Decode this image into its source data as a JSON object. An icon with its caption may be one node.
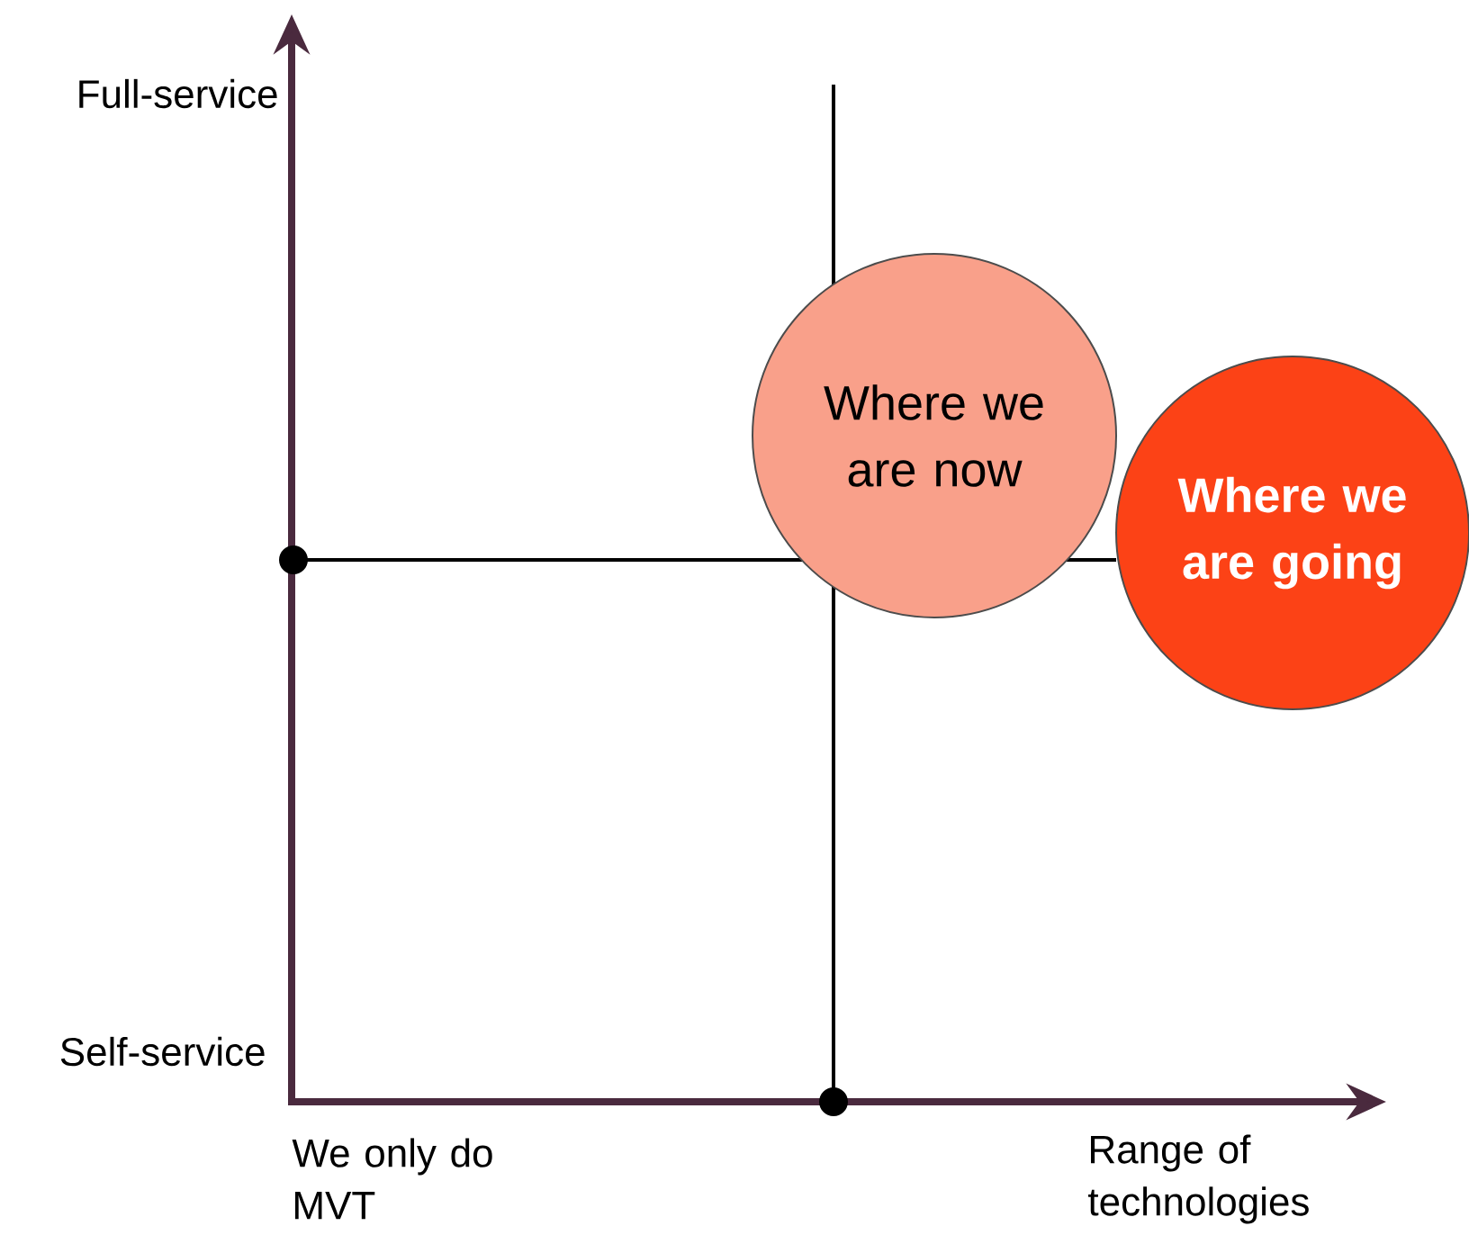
{
  "diagram": {
    "nodes": [
      {
        "text": [
          "Where we are now"
        ]
      },
      {
        "text": [
          "Where we are going"
        ]
      }
    ],
    "labels": [
      "Full-service",
      "Self-service",
      "We only do MVT",
      "Range of technologies"
    ]
  }
}
